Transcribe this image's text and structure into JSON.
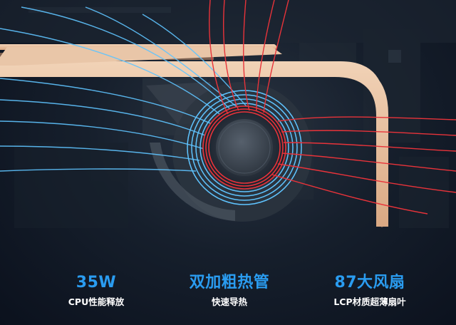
{
  "features": [
    {
      "value": "35W",
      "desc": "CPU性能释放"
    },
    {
      "value": "双加粗热管",
      "desc": "快速导热"
    },
    {
      "value": "87大风扇",
      "desc": "LCP材质超薄扇叶"
    }
  ],
  "colors": {
    "accent": "#2a9cf0",
    "heat_lines": "#e8333a",
    "air_flow": "#5fc4ff",
    "heat_pipe": "#e7c1a1",
    "background": "#131b28"
  },
  "icons": [
    "heat-pipe",
    "cooling-fan",
    "airflow-lines",
    "heat-flow-lines"
  ]
}
